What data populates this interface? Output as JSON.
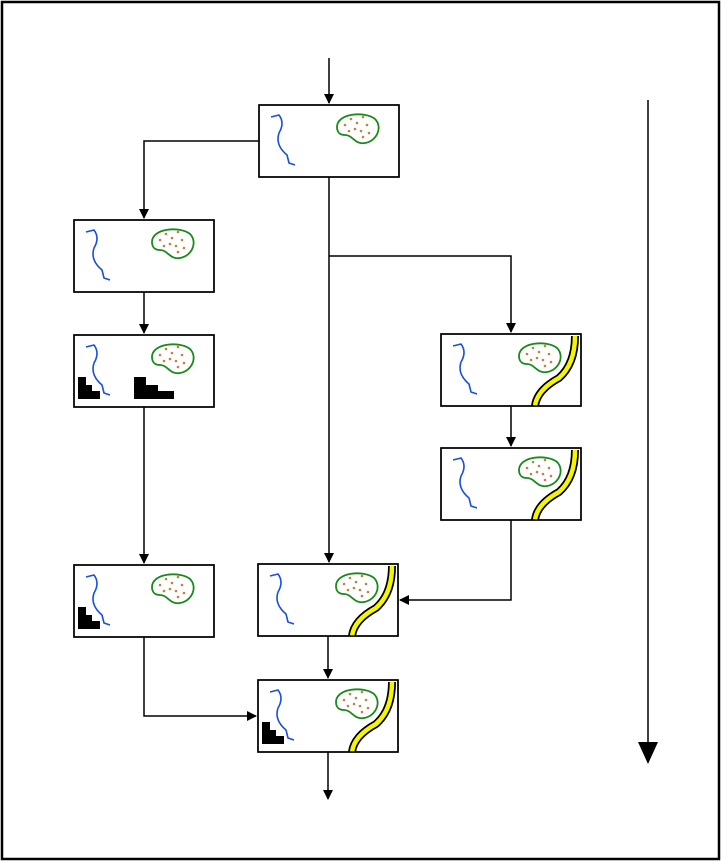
{
  "diagram": {
    "kind": "map-edit-flow",
    "colors": {
      "frame": "#000000",
      "background": "#ffffff",
      "river": "#1a4fe0",
      "area_outline": "#1a8a1a",
      "area_dots": "#c08040",
      "road_outline": "#000000",
      "road_fill": "#f5f500",
      "building": "#000000"
    },
    "nodes": [
      {
        "id": "top",
        "layers": [
          "river",
          "area"
        ]
      },
      {
        "id": "left-1",
        "layers": [
          "river",
          "area"
        ]
      },
      {
        "id": "left-2",
        "layers": [
          "river",
          "area",
          "buildings-two"
        ]
      },
      {
        "id": "right-1",
        "layers": [
          "river",
          "area",
          "road"
        ]
      },
      {
        "id": "right-2",
        "layers": [
          "river",
          "area",
          "road"
        ]
      },
      {
        "id": "left-3",
        "layers": [
          "river",
          "area",
          "building-one"
        ]
      },
      {
        "id": "center-merge",
        "layers": [
          "river",
          "area",
          "road"
        ]
      },
      {
        "id": "final",
        "layers": [
          "river",
          "area",
          "road",
          "building-one"
        ]
      }
    ],
    "edges": [
      {
        "from": "top",
        "to": "left-1"
      },
      {
        "from": "top",
        "to": "center-merge"
      },
      {
        "from": "top",
        "to": "right-1"
      },
      {
        "from": "left-1",
        "to": "left-2"
      },
      {
        "from": "left-2",
        "to": "left-3"
      },
      {
        "from": "right-1",
        "to": "right-2"
      },
      {
        "from": "right-2",
        "to": "center-merge"
      },
      {
        "from": "left-3",
        "to": "final"
      },
      {
        "from": "center-merge",
        "to": "final"
      }
    ],
    "time_axis": {
      "direction": "down"
    }
  }
}
